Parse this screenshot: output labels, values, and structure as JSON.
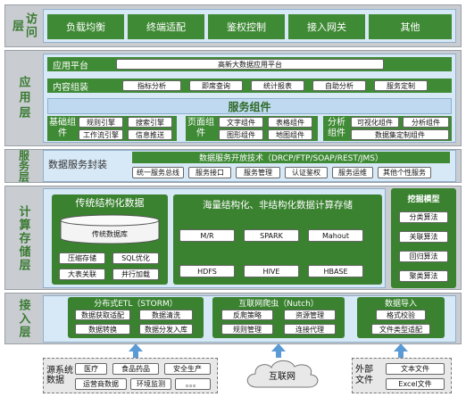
{
  "layers": {
    "access": "访问层",
    "application": "应用层",
    "service": "服务层",
    "compute": "计算存储层",
    "ingest": "接入层"
  },
  "access_items": [
    "负载均衡",
    "终端适配",
    "鉴权控制",
    "接入网关",
    "其他"
  ],
  "app_platform": {
    "title": "应用平台",
    "item": "高新大数据应用平台"
  },
  "content_group": {
    "title": "内容组装",
    "items": [
      "指标分析",
      "即席查询",
      "统计报表",
      "自助分析",
      "服务定制"
    ]
  },
  "service_components": {
    "title": "服务组件",
    "groups": [
      {
        "title": "基础组件",
        "items": [
          "规则引擎",
          "搜索引擎",
          "工作流引擎",
          "信息推送"
        ]
      },
      {
        "title": "页面组件",
        "items": [
          "文字组件",
          "表格组件",
          "图形组件",
          "地图组件"
        ]
      },
      {
        "title": "分析组件",
        "items": [
          "可视化组件",
          "分析组件",
          "数据集定制组件"
        ]
      }
    ]
  },
  "data_service": {
    "title": "数据服务封装",
    "tech": "数据服务开放技术（DRCP/FTP/SOAP/REST/JMS）",
    "items": [
      "统一服务总线",
      "服务接口",
      "服务管理",
      "认证鉴权",
      "服务运维",
      "其他个性服务"
    ]
  },
  "structured": {
    "title": "传统结构化数据",
    "db": "传统数据库",
    "items": [
      "压缩存储",
      "SQL优化",
      "大表关联",
      "并行加载"
    ]
  },
  "massive": {
    "title": "海量结构化、非结构化数据计算存储",
    "items": [
      "M/R",
      "SPARK",
      "Mahout",
      "HDFS",
      "HIVE",
      "HBASE"
    ]
  },
  "mining": {
    "title": "挖掘模型",
    "items": [
      "分类算法",
      "关联算法",
      "回归算法",
      "聚类算法"
    ]
  },
  "etl": {
    "title": "分布式ETL（STORM）",
    "items": [
      "数据获取适配",
      "数据清洗",
      "数据转换",
      "数据分发入库"
    ]
  },
  "crawler": {
    "title": "互联网爬虫（Nutch）",
    "items": [
      "反爬策略",
      "资源管理",
      "规则管理",
      "连接代理"
    ]
  },
  "import": {
    "title": "数据导入",
    "items": [
      "格式校验",
      "文件类型适配"
    ]
  },
  "sources": {
    "title": "源系统数据",
    "items": [
      "医疗",
      "食品药品",
      "安全生产",
      "运营商数据",
      "环境监测",
      "。。。"
    ],
    "internet": "互联网",
    "external_title": "外部文件",
    "files": [
      "文本文件",
      "Excel文件"
    ]
  },
  "colors": {
    "green": "#3f8a35",
    "blue": "#d7e8f6",
    "gray": "#c9cdd2",
    "arrow": "#5b9bd5"
  }
}
